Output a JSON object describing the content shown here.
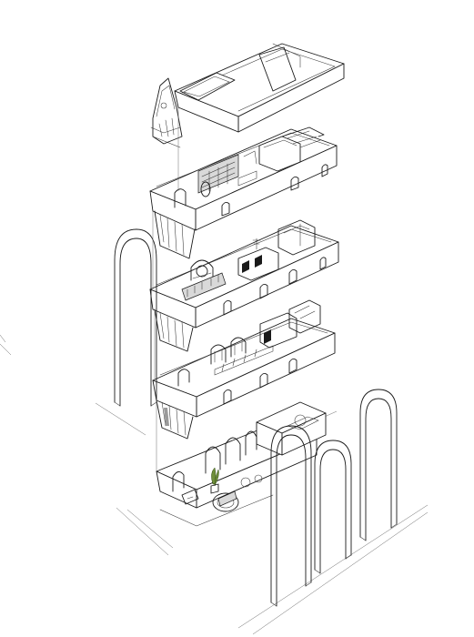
{
  "drawing": {
    "kind": "exploded axonometric",
    "levels": [
      "roof",
      "level-3",
      "level-2",
      "level-1",
      "ground"
    ],
    "colors": {
      "line": "#1a1a1a",
      "background": "#ffffff",
      "shade": "#d9d9d9",
      "plant": "#6f8f3a"
    }
  }
}
